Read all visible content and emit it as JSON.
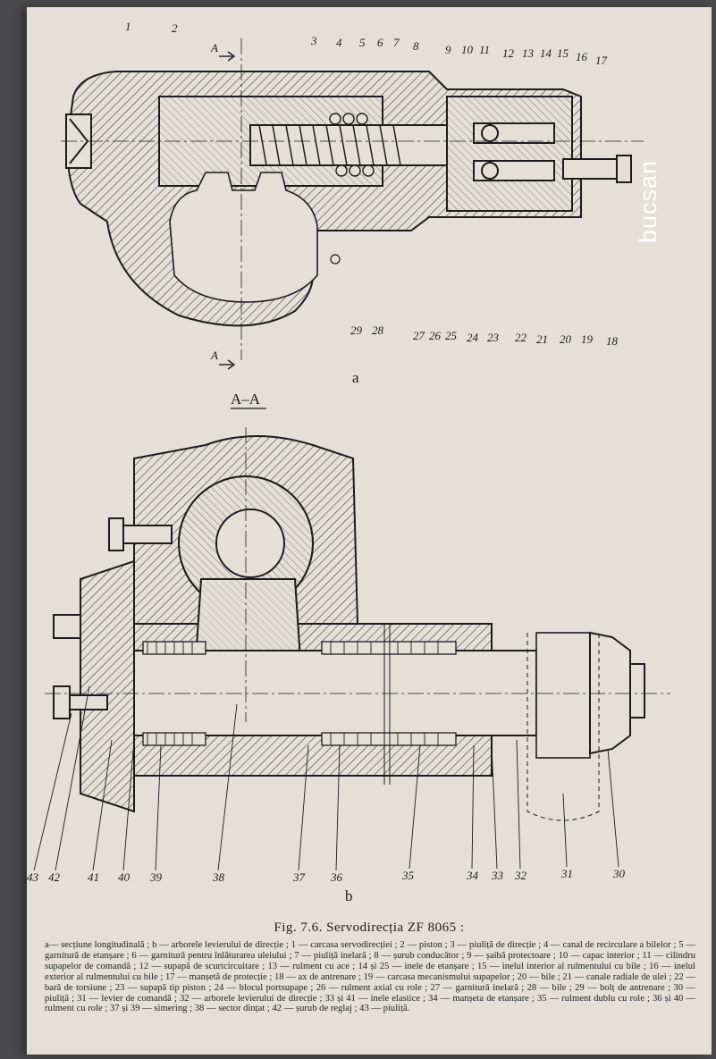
{
  "watermark": "bucsan",
  "figure": {
    "view_a": {
      "sublabel": "a",
      "section_marker": "A",
      "callouts_top": [
        "1",
        "2",
        "3",
        "4",
        "5",
        "6",
        "7",
        "8",
        "9",
        "10",
        "11",
        "12",
        "13",
        "14",
        "15",
        "16",
        "17"
      ],
      "callouts_bottom": [
        "29",
        "28",
        "27",
        "26",
        "25",
        "24",
        "23",
        "22",
        "21",
        "20",
        "19",
        "18"
      ]
    },
    "view_b": {
      "section_title": "A–A",
      "sublabel": "b",
      "callouts_bottom": [
        "43",
        "42",
        "41",
        "40",
        "39",
        "38",
        "37",
        "36",
        "35",
        "34",
        "33",
        "32",
        "31",
        "30"
      ]
    }
  },
  "caption": {
    "title": "Fig. 7.6. Servodirecția ZF 8065 :",
    "text": "a— secțiune longitudinală ; b — arborele levierului de direcție ; 1 — carcasa servodirecției ; 2 — piston ; 3 — piuliță de direcție ; 4 — canal de recirculare a bilelor ; 5 — garnitură de etanșare ; 6 — garnitură pentru înlăturarea uleiului ; 7 — piuliță inelară ; 8 — șurub conducător ; 9 — șaibă protectoare ; 10 — capac interior ; 11 — cilindru supapelor de comandă ; 12 — supapă de scurtcircuitare ; 13 — rulment cu ace ; 14 și 25 — inele de etanșare ; 15 — inelul interior al rulmentului cu bile ; 16 — inelul exterior al rulmentului cu bile ; 17 — manșetă de protecție ; 18 — ax de antrenare ; 19 — carcasa mecanismului supapelor ; 20 — bile ; 21 — canale radiale de ulei ; 22 — bară de torsiune ; 23 — supapă tip piston ; 24 — blocul portsupape ; 26 — rulment axial cu role ; 27 — garnitură inelară ; 28 — bile ; 29 — bolț de antrenare ; 30 — piuliță ; 31 — levier de comandă ; 32 — arborele levierului de direcție ; 33 și 41 — inele elastice ; 34 — manșeta de etanșare ; 35 — rulment dublu cu role ; 36 și 40 — rulment cu role ; 37 și 39 — simering ; 38 — sector dințat ; 42 — șurub de reglaj ; 43 — piuliță."
  }
}
